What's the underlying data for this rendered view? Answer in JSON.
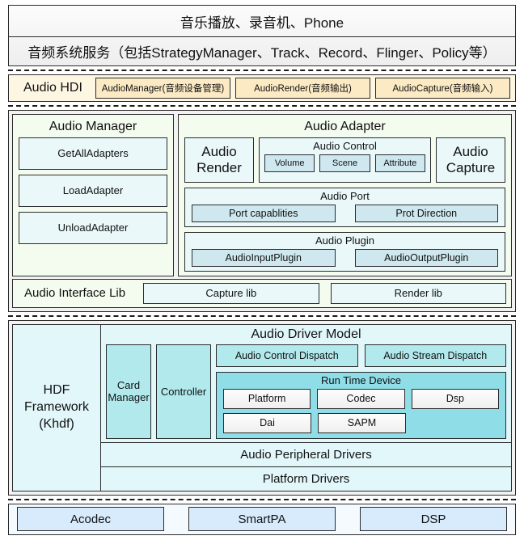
{
  "layers": {
    "application": {
      "apps_row": "音乐播放、录音机、Phone",
      "services_row": "音频系统服务（包括StrategyManager、Track、Record、Flinger、Policy等）"
    },
    "hdi": {
      "title": "Audio HDI",
      "modules": [
        "AudioManager(音频设备管理)",
        "AudioRender(音频输出)",
        "AudioCapture(音频输入)"
      ]
    },
    "hal": {
      "audio_manager": {
        "title": "Audio Manager",
        "items": [
          "GetAllAdapters",
          "LoadAdapter",
          "UnloadAdapter"
        ]
      },
      "audio_adapter": {
        "title": "Audio Adapter",
        "render": "Audio Render",
        "capture": "Audio Capture",
        "audio_control": {
          "title": "Audio Control",
          "items": [
            "Volume",
            "Scene",
            "Attribute"
          ]
        },
        "audio_port": {
          "title": "Audio Port",
          "items": [
            "Port capablities",
            "Prot Direction"
          ]
        },
        "audio_plugin": {
          "title": "Audio Plugin",
          "items": [
            "AudioInputPlugin",
            "AudioOutputPlugin"
          ]
        }
      },
      "interface_lib": {
        "title": "Audio Interface Lib",
        "items": [
          "Capture lib",
          "Render lib"
        ]
      }
    },
    "driver": {
      "hdf_framework": "HDF Framework (Khdf)",
      "hdf_framework_lines": [
        "HDF",
        "Framework",
        "(Khdf)"
      ],
      "audio_driver_model": {
        "title": "Audio Driver Model",
        "card_manager": "Card Manager",
        "card_manager_lines": [
          "Card",
          "Manager"
        ],
        "controller": "Controller",
        "dispatch": [
          "Audio Control Dispatch",
          "Audio Stream Dispatch"
        ],
        "run_time_device": {
          "title": "Run Time Device",
          "row1": [
            "Platform",
            "Codec",
            "Dsp"
          ],
          "row2": [
            "Dai",
            "SAPM"
          ]
        }
      },
      "audio_peripheral_drivers": "Audio Peripheral Drivers",
      "platform_drivers": "Platform Drivers"
    },
    "hardware": {
      "items": [
        "Acodec",
        "SmartPA",
        "DSP"
      ]
    }
  },
  "colors": {
    "hdi_band": "#fdf6e3",
    "hdi_box": "#fbeac4",
    "hal_panel": "#f4fbef",
    "hal_box": "#eaf8fa",
    "hal_box_deep": "#cfe8ef",
    "driver_band": "#e2f7fa",
    "driver_box": "#b2e9ec",
    "runtime_device": "#8fdde6",
    "hardware_box": "#d7ebfc",
    "border": "#2b2b2b"
  }
}
